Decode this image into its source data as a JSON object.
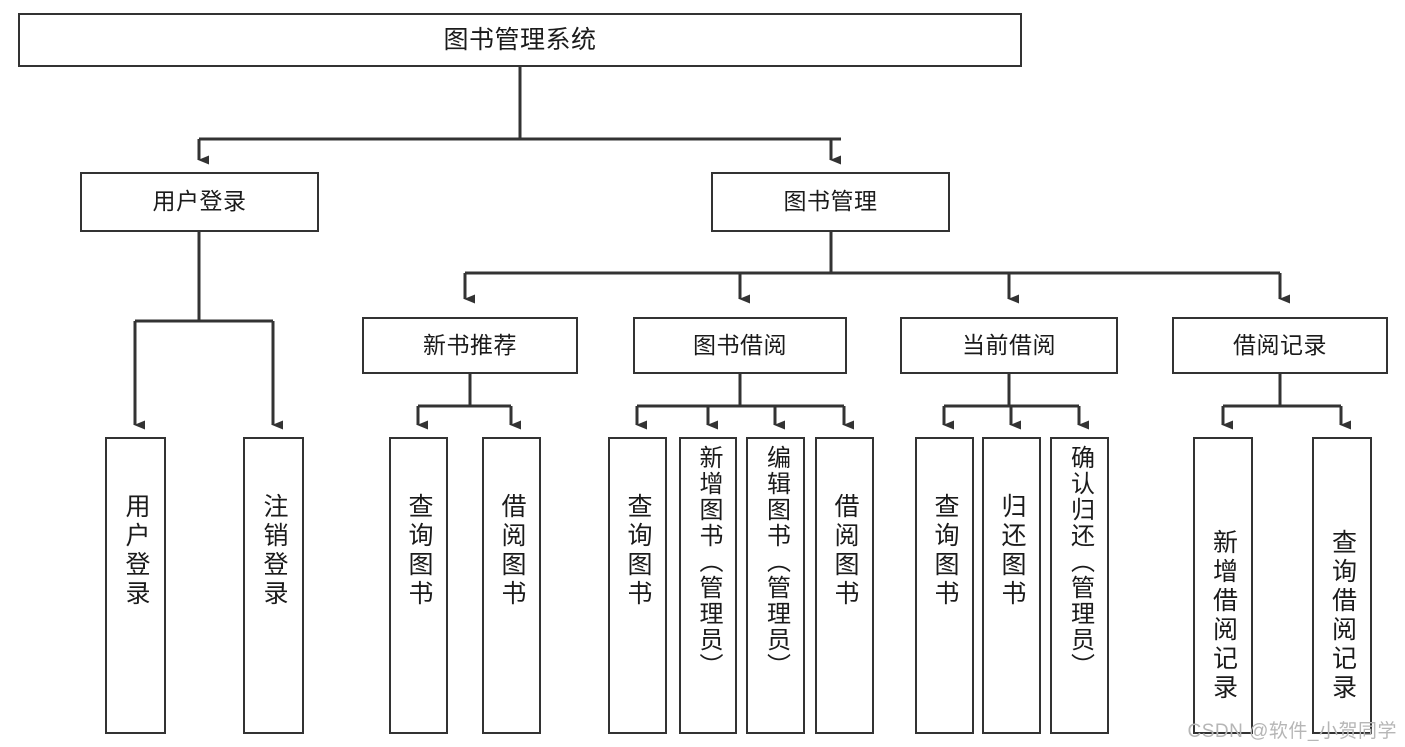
{
  "diagram": {
    "type": "tree-hierarchy",
    "title": "图书管理系统",
    "watermark": "CSDN @软件_小贺同学",
    "colors": {
      "stroke": "#333333",
      "background": "#ffffff",
      "text": "#1b1b1b",
      "watermark": "#b6b6b6"
    },
    "nodes": {
      "root": {
        "label": "图书管理系统"
      },
      "level2": [
        {
          "id": "user-login",
          "label": "用户登录"
        },
        {
          "id": "book-manage",
          "label": "图书管理"
        }
      ],
      "level3": [
        {
          "id": "new-book-recommend",
          "label": "新书推荐"
        },
        {
          "id": "book-borrow",
          "label": "图书借阅"
        },
        {
          "id": "current-borrow",
          "label": "当前借阅"
        },
        {
          "id": "borrow-record",
          "label": "借阅记录"
        }
      ],
      "leaves": {
        "user-login": [
          {
            "id": "leaf-user-login",
            "label": "用户登录"
          },
          {
            "id": "leaf-logout",
            "label": "注销登录"
          }
        ],
        "new-book-recommend": [
          {
            "id": "leaf-query-book-1",
            "label": "查询图书"
          },
          {
            "id": "leaf-borrow-book-1",
            "label": "借阅图书"
          }
        ],
        "book-borrow": [
          {
            "id": "leaf-query-book-2",
            "label": "查询图书"
          },
          {
            "id": "leaf-add-book",
            "label": "新增图书（管理员）"
          },
          {
            "id": "leaf-edit-book",
            "label": "编辑图书（管理员）"
          },
          {
            "id": "leaf-borrow-book-2",
            "label": "借阅图书"
          }
        ],
        "current-borrow": [
          {
            "id": "leaf-query-book-3",
            "label": "查询图书"
          },
          {
            "id": "leaf-return-book",
            "label": "归还图书"
          },
          {
            "id": "leaf-confirm-return",
            "label": "确认归还（管理员）"
          }
        ],
        "borrow-record": [
          {
            "id": "leaf-add-record",
            "label": "新增借阅记录"
          },
          {
            "id": "leaf-query-record",
            "label": "查询借阅记录"
          }
        ]
      }
    }
  }
}
